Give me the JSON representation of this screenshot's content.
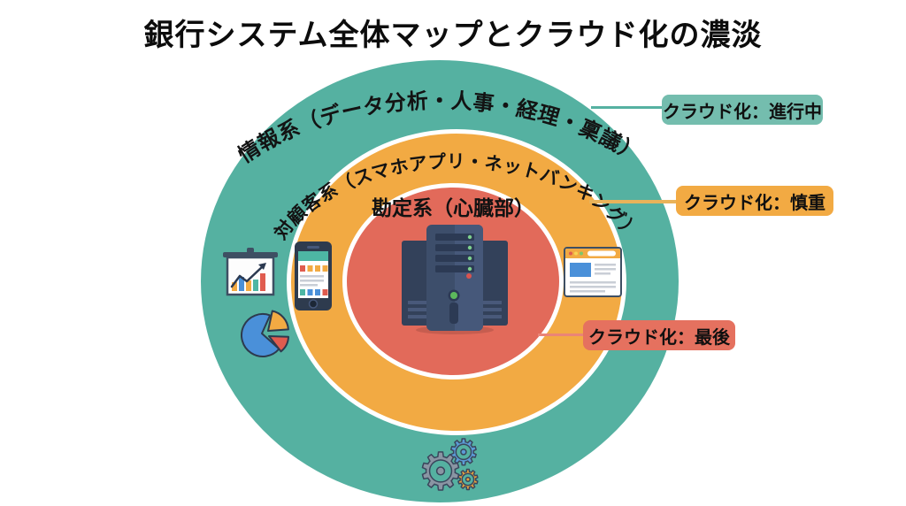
{
  "title": "銀行システム全体マップとクラウド化の濃淡",
  "palette": {
    "background": "#ffffff",
    "outer_ring_teal": "#55b1a1",
    "middle_ring_orange": "#f2aa43",
    "core_red": "#e26a5a",
    "badge_teal": "#74bdae",
    "badge_orange": "#f2aa43",
    "badge_red": "#e5715f",
    "text": "#111111"
  },
  "rings": {
    "outer": {
      "name": "情報系",
      "label": "情報系（データ分析・人事・経理・稟議）",
      "badge": "クラウド化：進行中",
      "color": "#55b1a1"
    },
    "middle": {
      "name": "対顧客系",
      "label": "対顧客系（スマホアプリ・ネットバンキング）",
      "badge": "クラウド化：慎重",
      "color": "#f2aa43"
    },
    "core": {
      "name": "勘定系",
      "label": "勘定系（心臓部）",
      "badge": "クラウド化：最後",
      "color": "#e26a5a"
    }
  },
  "icons": [
    {
      "name": "bar-chart-board-icon",
      "ring": "情報系"
    },
    {
      "name": "pie-chart-icon",
      "ring": "情報系"
    },
    {
      "name": "gears-icon",
      "ring": "情報系"
    },
    {
      "name": "smartphone-icon",
      "ring": "対顧客系"
    },
    {
      "name": "browser-window-icon",
      "ring": "対顧客系"
    },
    {
      "name": "server-icon",
      "ring": "勘定系"
    }
  ],
  "gears": {
    "glyph": "⚙",
    "colors": [
      "#5b9bd5",
      "#8a95a3",
      "#e8a33d"
    ]
  }
}
